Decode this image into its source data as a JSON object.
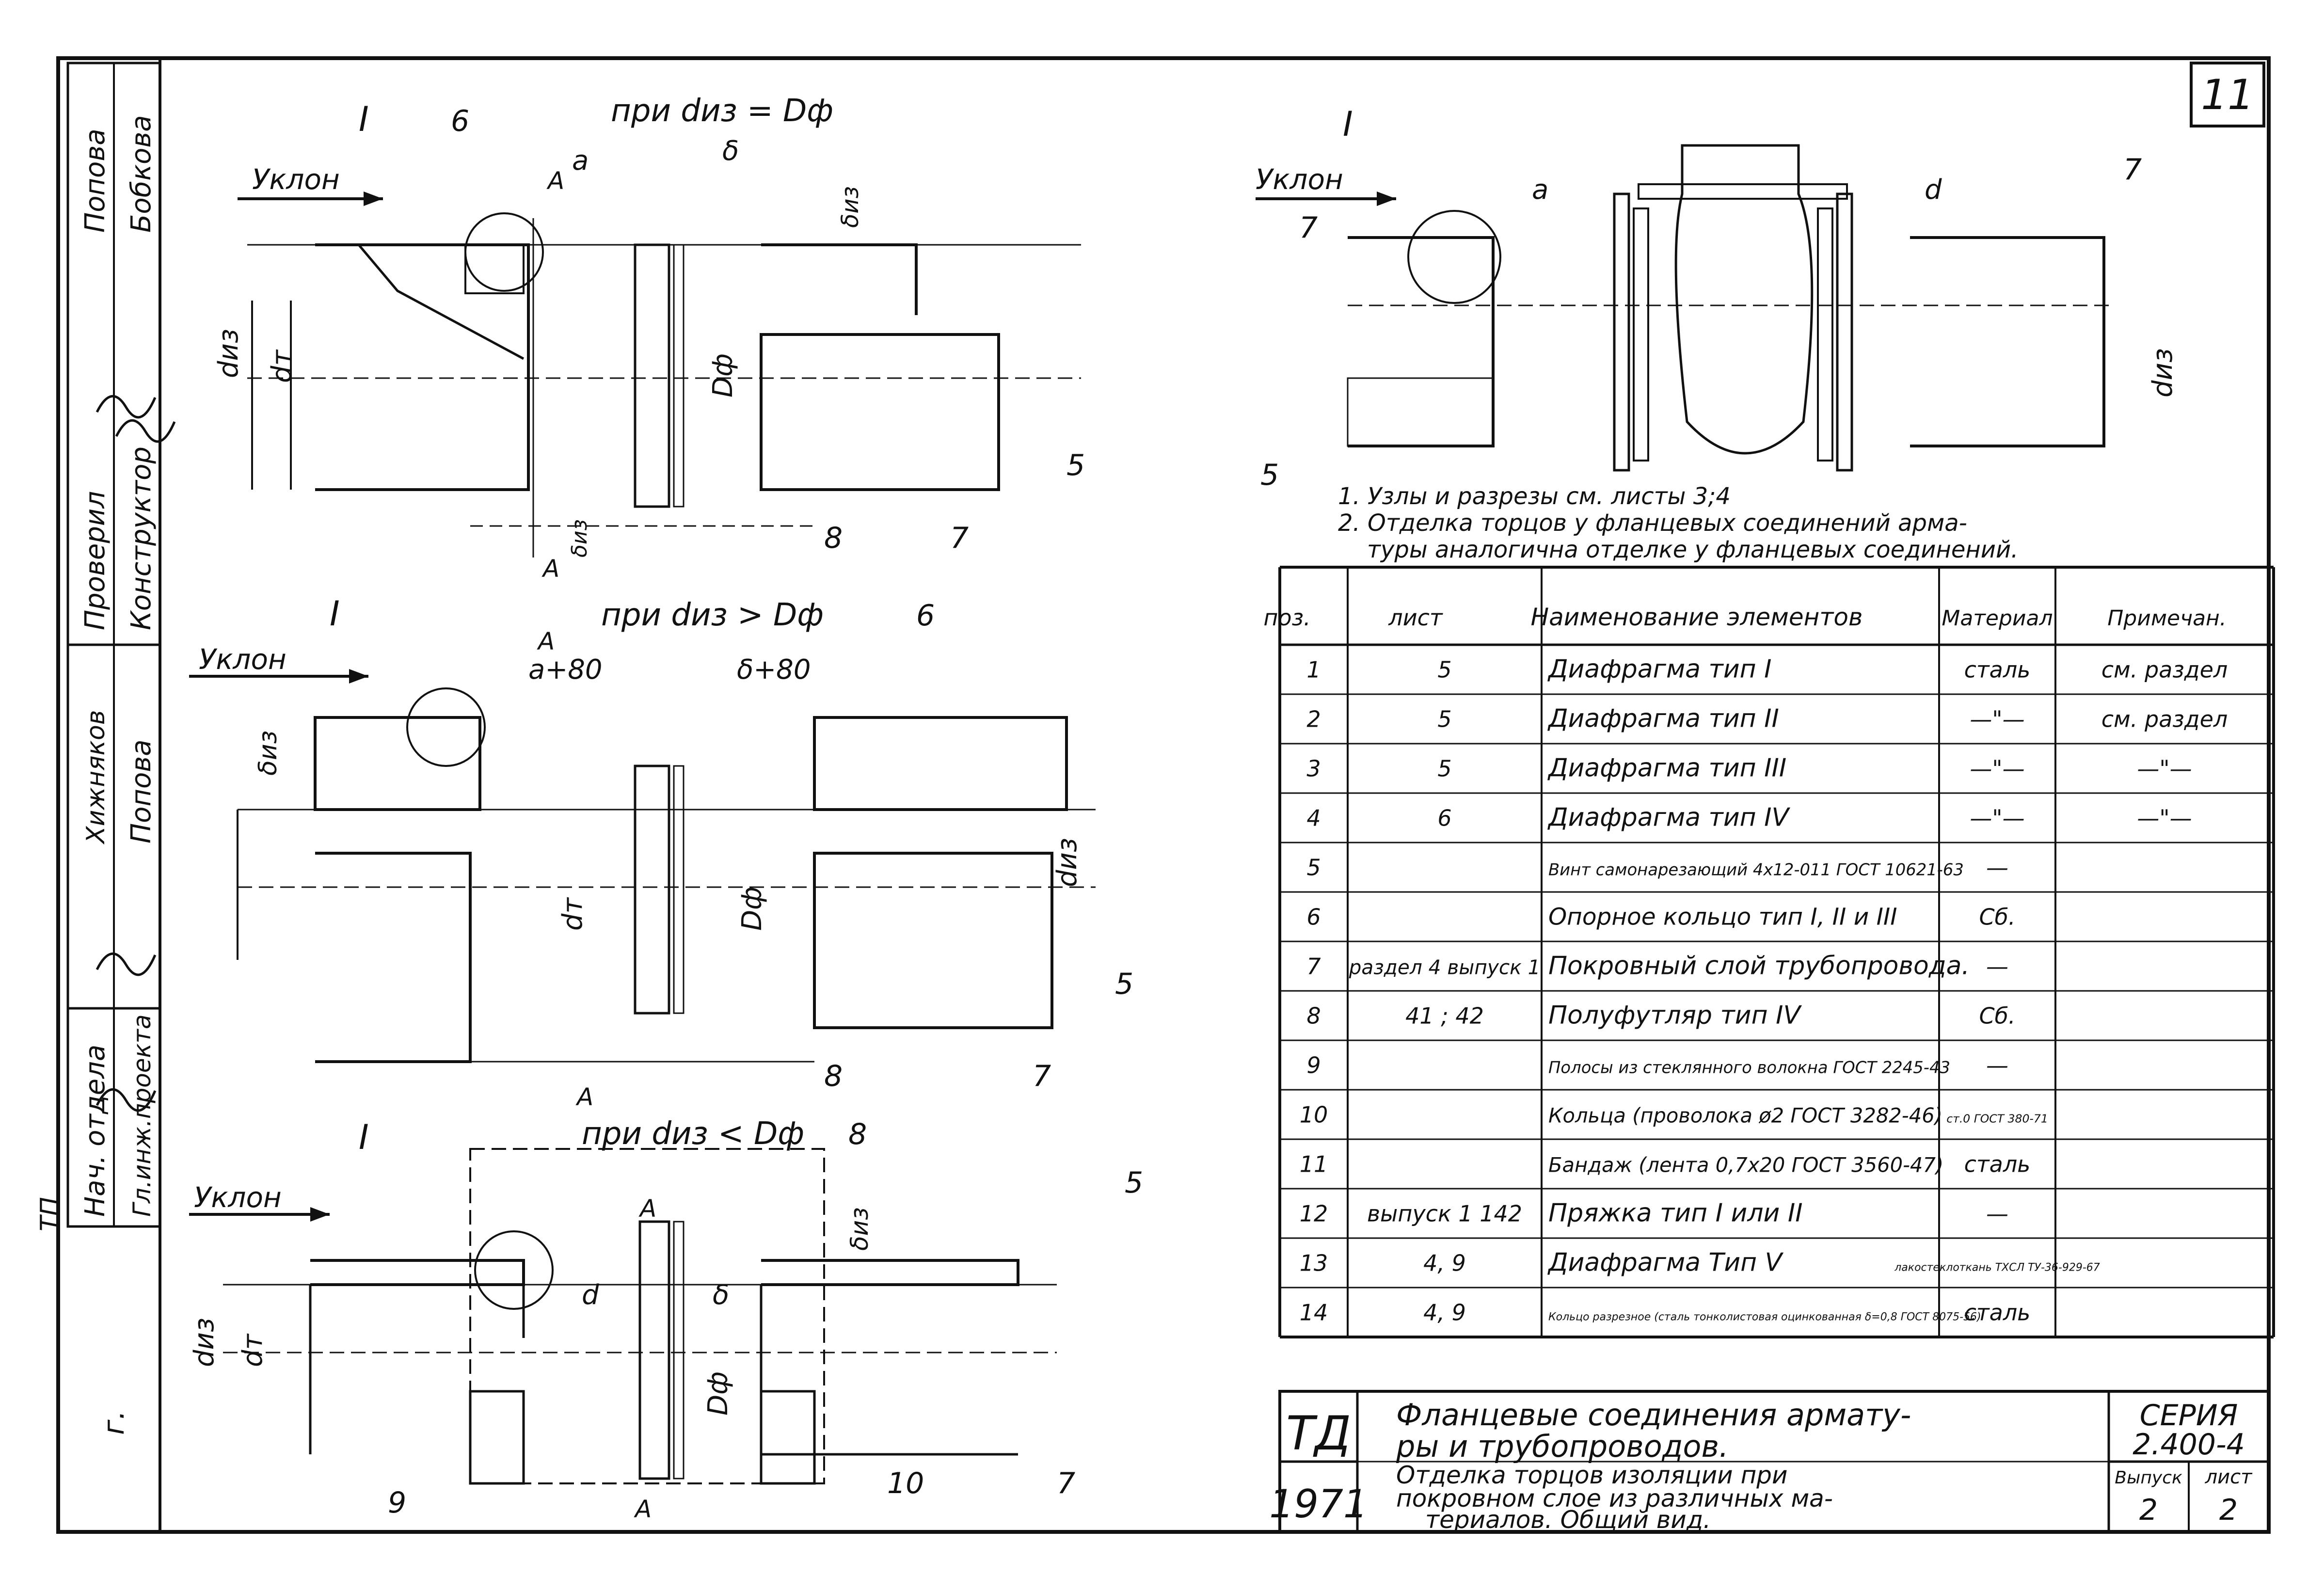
{
  "sheet_number": "11",
  "side_stamp": {
    "roles": [
      "Проверил",
      "Конструктор",
      "Нач. отдела",
      "Гл.инж.проекта"
    ],
    "surnames": [
      "Попова",
      "Бобкова",
      "Хижняков",
      "Попова"
    ],
    "org": "ТП",
    "city": "г."
  },
  "views": {
    "top_title": "при dиз = Dф",
    "mid_title": "при dиз > Dф",
    "bot_title": "при dиз < Dф",
    "slope": "Уклон",
    "node": "I",
    "section": "A",
    "dims": {
      "a": "a",
      "delta": "δ",
      "d_iz": "dиз",
      "d_t": "dт",
      "D_f": "Dф",
      "delta_iz": "δиз",
      "a80": "a+80",
      "delta80": "δ+80",
      "a_lower": "d",
      "delta_lower": "δ"
    },
    "callouts": [
      "5",
      "6",
      "7",
      "8",
      "9",
      "10"
    ]
  },
  "notes": [
    "1. Узлы и разрезы  см. листы 3;4",
    "2. Отделка  торцов у фланцевых соединений арма-",
    "туры аналогична отделке у фланцевых соединений."
  ],
  "spec_table": {
    "headers": [
      "поз.",
      "лист",
      "Наименование элементов",
      "Материал",
      "Примечан."
    ],
    "rows": [
      [
        "1",
        "5",
        "Диафрагма  тип I",
        "сталь",
        "см. раздел"
      ],
      [
        "2",
        "5",
        "Диафрагма  тип II",
        "—\"—",
        "см. раздел"
      ],
      [
        "3",
        "5",
        "Диафрагма  тип III",
        "—\"—",
        "—\"—"
      ],
      [
        "4",
        "6",
        "Диафрагма  тип IV",
        "—\"—",
        "—\"—"
      ],
      [
        "5",
        "",
        "Винт самонарезающий 4х12-011  ГОСТ 10621-63",
        "—",
        ""
      ],
      [
        "6",
        "",
        "Опорное кольцо тип I, II и III",
        "Сб.",
        ""
      ],
      [
        "7",
        "раздел 4 выпуск 1",
        "Покровный слой трубопровода.",
        "—",
        ""
      ],
      [
        "8",
        "41 ; 42",
        "Полуфутляр тип IV",
        "Сб.",
        ""
      ],
      [
        "9",
        "",
        "Полосы из стеклянного волокна  ГОСТ 2245-43",
        "—",
        ""
      ],
      [
        "10",
        "",
        "Кольца (проволока ø2  ГОСТ 3282-46)",
        "ст.0  ГОСТ 380-71",
        ""
      ],
      [
        "11",
        "",
        "Бандаж (лента 0,7х20  ГОСТ 3560-47)",
        "сталь",
        ""
      ],
      [
        "12",
        "выпуск 1 142",
        "Пряжка тип I или II",
        "—",
        ""
      ],
      [
        "13",
        "4, 9",
        "Диафрагма Тип V",
        "лакостеклоткань ТХСЛ ТУ-36-929-67",
        ""
      ],
      [
        "14",
        "4, 9",
        "Кольцо разрезное (сталь тонколистовая оцинкованная δ=0,8  ГОСТ 8075-56)",
        "сталь",
        ""
      ]
    ]
  },
  "title_block": {
    "stamp": "ТД",
    "year": "1971",
    "title_1": "Фланцевые  соединения  армату-",
    "title_2": "ры и трубопроводов.",
    "subtitle_1": "Отделка  торцов изоляции при",
    "subtitle_2": "покровном слое из различных ма-",
    "subtitle_3": "териалов.        Общий  вид.",
    "series_label": "СЕРИЯ",
    "series_value": "2.400-4",
    "issue_label": "Выпуск",
    "issue_value": "2",
    "sheet_label": "лист",
    "sheet_value": "2"
  }
}
